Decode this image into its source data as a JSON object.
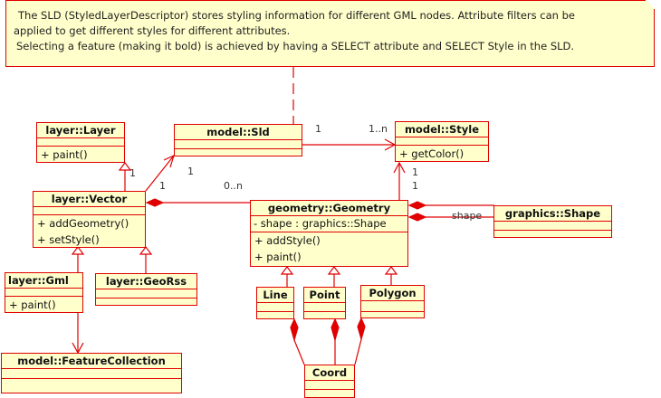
{
  "colors": {
    "line": "#e00000",
    "fill": "#ffffcc",
    "text": "#111111"
  },
  "note": {
    "lines": [
      "The SLD (StyledLayerDescriptor) stores styling information for different GML nodes. Attribute filters can be",
      "applied to get different styles for different attributes.",
      "Selecting a feature (making it bold) is achieved by having a SELECT attribute and SELECT Style in the SLD."
    ]
  },
  "classes": {
    "layer": {
      "name": "layer::Layer",
      "operations": [
        "+ paint()"
      ]
    },
    "vector": {
      "name": "layer::Vector",
      "operations": [
        "+ addGeometry()",
        "+ setStyle()"
      ]
    },
    "gml": {
      "name": "layer::Gml",
      "operations": [
        "+ paint()"
      ]
    },
    "georss": {
      "name": "layer::GeoRss"
    },
    "featurecollection": {
      "name": "model::FeatureCollection"
    },
    "sld": {
      "name": "model::Sld"
    },
    "style": {
      "name": "model::Style",
      "operations": [
        "+ getColor()"
      ]
    },
    "geometry": {
      "name": "geometry::Geometry",
      "attributes": [
        "- shape : graphics::Shape"
      ],
      "operations": [
        "+ addStyle()",
        "+ paint()"
      ]
    },
    "shape": {
      "name": "graphics::Shape"
    },
    "line": {
      "name": "Line"
    },
    "point": {
      "name": "Point"
    },
    "polygon": {
      "name": "Polygon"
    },
    "coord": {
      "name": "Coord"
    }
  },
  "labels": {
    "sld_style_src": "1",
    "sld_style_dst": "1..n",
    "vector_sld_a": "1",
    "vector_sld_b": "1",
    "vector_layer": "1",
    "vector_geometry": "0..n",
    "geometry_style_a": "1",
    "geometry_style_b": "1",
    "geometry_shape": "shape"
  }
}
